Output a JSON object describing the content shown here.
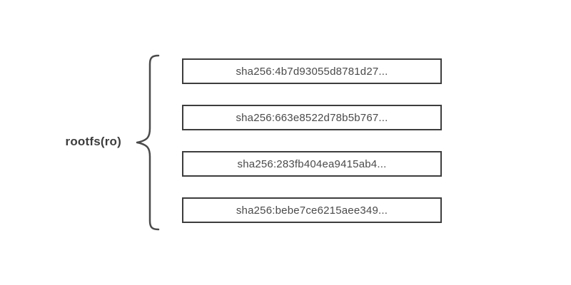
{
  "diagram": {
    "label": "rootfs(ro)",
    "layers": [
      {
        "hash": "sha256:4b7d93055d8781d27..."
      },
      {
        "hash": "sha256:663e8522d78b5b767..."
      },
      {
        "hash": "sha256:283fb404ea9415ab4..."
      },
      {
        "hash": "sha256:bebe7ce6215aee349..."
      }
    ],
    "colors": {
      "border": "#3d3d3d",
      "text": "#4a4a4a",
      "brace": "#4a4a4a",
      "background": "#ffffff"
    }
  }
}
